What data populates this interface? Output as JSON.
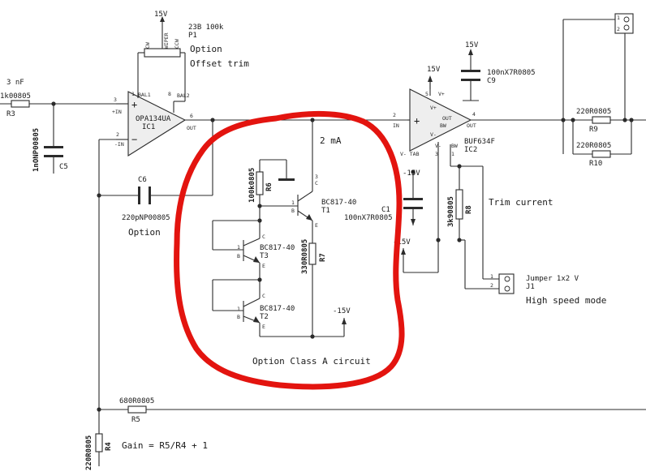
{
  "labels": {
    "c_top_left": "3 nF",
    "r3_val": "1k00805",
    "r3_ref": "R3",
    "c5_val": "1nONP00805",
    "c5_ref": "C5",
    "p1_supply": "15V",
    "p1_val": "23B 100k",
    "p1_ref": "P1",
    "p1_cw": "CW",
    "p1_wiper": "WIPER",
    "p1_ccw": "CCW",
    "offset_1": "Option",
    "offset_2": "Offset trim",
    "ic1_name": "OPA134UA",
    "ic1_ref": "IC1",
    "bal1": "BAL1",
    "bal2": "BAL2",
    "in_plus": "+IN",
    "in_minus": "-IN",
    "out1": "OUT",
    "plus_sign": "+",
    "minus_sign": "−",
    "c6_ref": "C6",
    "c6_val": "220pNP00805",
    "c6_option": "Option",
    "current": "2 mA",
    "r6_val": "100k0805",
    "r6_ref": "R6",
    "t1_name": "BC817-40",
    "t1_ref": "T1",
    "t3_name": "BC817-40",
    "t3_ref": "T3",
    "t2_name": "BC817-40",
    "t2_ref": "T2",
    "r7_val": "330R0805",
    "r7_ref": "R7",
    "neg15_a": "-15V",
    "class_a": "Option Class A circuit",
    "c1_ref": "C1",
    "c1_val": "100nX7R0805",
    "neg15_b": "-15V",
    "neg15_c": "-15V",
    "ic2_supply": "15V",
    "ic2_name": "BUF634F",
    "ic2_ref": "IC2",
    "ic2_in": "IN",
    "ic2_out": "OUT",
    "ic2_vp": "V+",
    "ic2_vn": "V-",
    "ic2_bw": "BW",
    "ic2_tab": "V- TAB",
    "ic2_bw_pin": "BW",
    "c9_supply": "15V",
    "c9_val": "100nX7R0805",
    "c9_ref": "C9",
    "r8_val": "3k90805",
    "r8_ref": "R8",
    "trim": "Trim current",
    "r9_val": "220R0805",
    "r9_ref": "R9",
    "r10_val": "220R0805",
    "r10_ref": "R10",
    "j1_name": "Jumper 1x2 V",
    "j1_ref": "J1",
    "hsm": "High speed mode",
    "r5_val": "680R0805",
    "r5_ref": "R5",
    "r4_val": "220R0805",
    "r4_ref": "R4",
    "gain": "Gain = R5/R4 + 1"
  },
  "pins": {
    "p1": "1",
    "p2": "2",
    "p3": "3",
    "p6": "6",
    "p8": "8",
    "b": "B",
    "c": "C",
    "e": "E",
    "p4": "4",
    "p5": "5"
  },
  "colors": {
    "wire": "#2b2b2b",
    "opamp_fill": "#eeeeee",
    "highlight": "#e3140f"
  }
}
